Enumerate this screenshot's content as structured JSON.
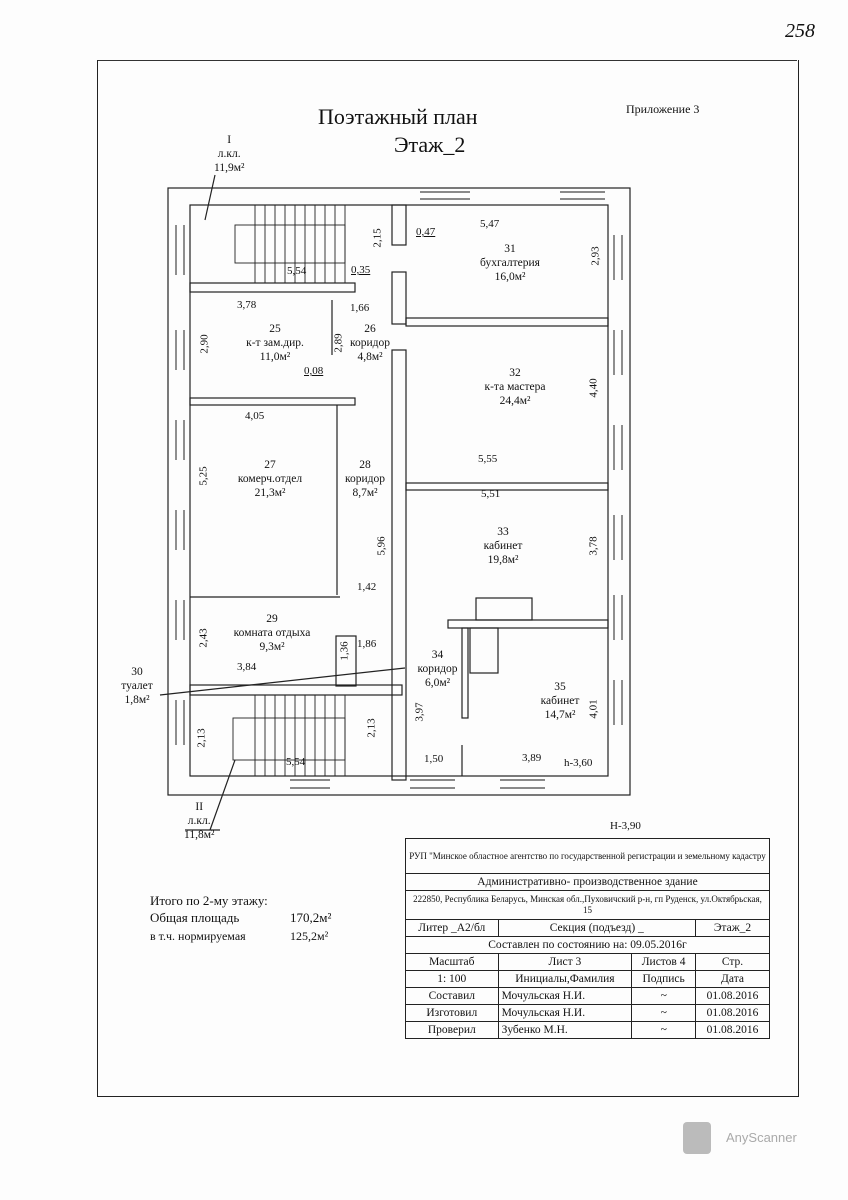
{
  "corner_note": "258",
  "title": {
    "line1": "Поэтажный план",
    "line2": "Этаж_2",
    "appendix": "Приложение 3"
  },
  "stair1": {
    "num": "I",
    "label": "л.кл.",
    "area": "11,9м²"
  },
  "stair2": {
    "num": "II",
    "label": "л.кл.",
    "area": "11,8м²"
  },
  "rooms": [
    {
      "num": "25",
      "name": "к-т зам.дир.",
      "area": "11,0м²"
    },
    {
      "num": "26",
      "name": "коридор",
      "area": "4,8м²"
    },
    {
      "num": "27",
      "name": "комерч.отдел",
      "area": "21,3м²"
    },
    {
      "num": "28",
      "name": "коридор",
      "area": "8,7м²"
    },
    {
      "num": "29",
      "name": "комната отдыха",
      "area": "9,3м²"
    },
    {
      "num": "30",
      "name": "туалет",
      "area": "1,8м²"
    },
    {
      "num": "31",
      "name": "бухгалтерия",
      "area": "16,0м²"
    },
    {
      "num": "32",
      "name": "к-та мастера",
      "area": "24,4м²"
    },
    {
      "num": "33",
      "name": "кабинет",
      "area": "19,8м²"
    },
    {
      "num": "34",
      "name": "коридор",
      "area": "6,0м²"
    },
    {
      "num": "35",
      "name": "кабинет",
      "area": "14,7м²"
    }
  ],
  "dims": [
    "0,47",
    "5,47",
    "2,15",
    "2,93",
    "5,54",
    "0,35",
    "3,78",
    "1,66",
    "2,90",
    "2,89",
    "0,08",
    "4,40",
    "4,05",
    "5,55",
    "5,25",
    "5,51",
    "5,96",
    "3,78",
    "1,42",
    "2,43",
    "1,36",
    "1,86",
    "3,84",
    "3,97",
    "4,01",
    "2,13",
    "2,13",
    "5,54",
    "1,50",
    "3,89",
    "h-3,60",
    "H-3,90"
  ],
  "totals": {
    "line1": "Итого по 2-му этажу:",
    "total_label": "Общая площадь",
    "total": "170,2м²",
    "norm_label": "в т.ч. нормируемая",
    "norm": "125,2м²"
  },
  "title_block": {
    "org": "РУП \"Минское областное агентство по государственной регистрации и земельному кадастру",
    "building": "Административно- производственное здание",
    "address": "222850, Республика Беларусь, Минская обл.,Пуховичский р-н, гп  Руденск, ул.Октябрьская, 15",
    "liter": "Литер _А2/бл",
    "section": "Секция (подъезд) _",
    "floor": "Этаж_2",
    "state": "Составлен по состоянию на: 09.05.2016г",
    "scale_h": "Масштаб",
    "sheet": "Лист  3",
    "sheets": "Листов  4",
    "page_h": "Стр.",
    "scale": "1: 100",
    "name_h": "Инициалы,Фамилия",
    "sign_h": "Подпись",
    "date_h": "Дата",
    "rows": [
      {
        "role": "Составил",
        "name": "Мочульская Н.И.",
        "date": "01.08.2016"
      },
      {
        "role": "Изготовил",
        "name": "Мочульская Н.И.",
        "date": "01.08.2016"
      },
      {
        "role": "Проверил",
        "name": "Зубенко М.Н.",
        "date": "01.08.2016"
      }
    ]
  },
  "watermark": "AnyScanner"
}
